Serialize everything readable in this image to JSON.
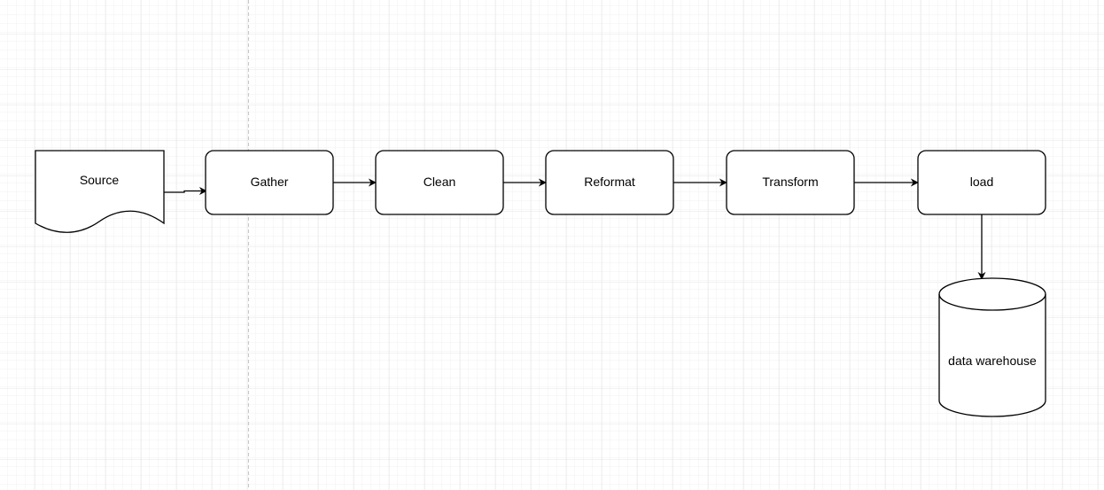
{
  "diagram": {
    "nodes": [
      {
        "id": "source",
        "label": "Source",
        "shape": "document"
      },
      {
        "id": "gather",
        "label": "Gather",
        "shape": "rounded-rect"
      },
      {
        "id": "clean",
        "label": "Clean",
        "shape": "rounded-rect"
      },
      {
        "id": "reformat",
        "label": "Reformat",
        "shape": "rounded-rect"
      },
      {
        "id": "transform",
        "label": "Transform",
        "shape": "rounded-rect"
      },
      {
        "id": "load",
        "label": "load",
        "shape": "rounded-rect"
      },
      {
        "id": "data_warehouse",
        "label": "data warehouse",
        "shape": "cylinder"
      }
    ],
    "edges": [
      {
        "from": "source",
        "to": "gather"
      },
      {
        "from": "gather",
        "to": "clean"
      },
      {
        "from": "clean",
        "to": "reformat"
      },
      {
        "from": "reformat",
        "to": "transform"
      },
      {
        "from": "transform",
        "to": "load"
      },
      {
        "from": "load",
        "to": "data_warehouse"
      }
    ],
    "colors": {
      "grid_minor": "#f0f0f0",
      "grid_major": "#e4e4e4",
      "stroke": "#000000",
      "fill": "#ffffff",
      "page_break": "#c8c8c8"
    }
  }
}
